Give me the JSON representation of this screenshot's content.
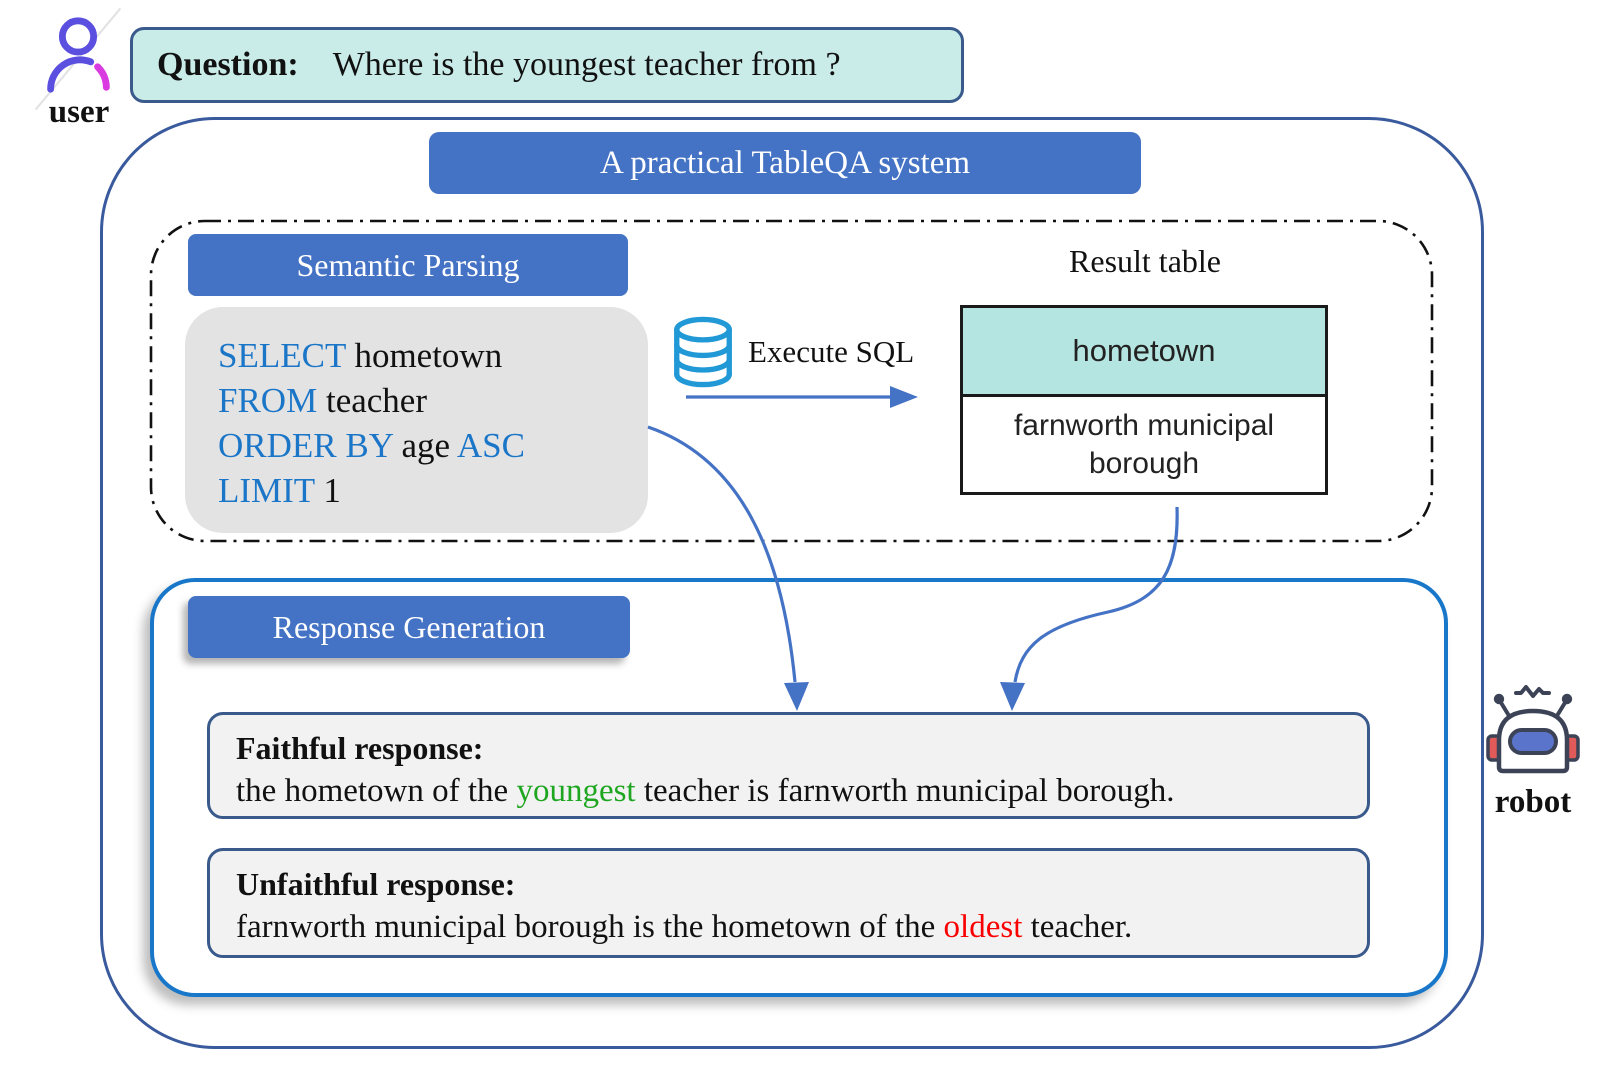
{
  "palette": {
    "header_blue": "#4472C4",
    "keyword_blue": "#1B76C8",
    "arrow_blue": "#4472C4",
    "outer_border_blue": "#3A5A9E",
    "response_border_blue": "#1877C9",
    "question_teal": "#C9ECE9",
    "table_header_teal": "#B5E5E0",
    "sql_box_gray": "#E4E3E4",
    "response_box_gray": "#F2F2F3",
    "faithful_green": "#1FA621",
    "unfaithful_red": "#FB0000",
    "db_icon_blue": "#2199D6"
  },
  "user": {
    "label": "user"
  },
  "robot": {
    "label": "robot"
  },
  "question": {
    "label": "Question:",
    "text": "Where is the youngest teacher from ?"
  },
  "system": {
    "title": "A practical TableQA system"
  },
  "semantic_parsing": {
    "title": "Semantic Parsing"
  },
  "sql": {
    "line1": {
      "k1": "SELECT",
      "t1": " hometown"
    },
    "line2": {
      "k1": "FROM",
      "t1": " teacher"
    },
    "line3": {
      "k1": "ORDER BY",
      "t1": " age ",
      "k2": "ASC"
    },
    "line4": {
      "k1": "LIMIT",
      "t1": " 1"
    }
  },
  "execute": {
    "label": "Execute SQL"
  },
  "result_table": {
    "title": "Result table",
    "header": "hometown",
    "value": "farnworth municipal borough"
  },
  "response_generation": {
    "title": "Response Generation"
  },
  "faithful": {
    "label": "Faithful response:",
    "pre": "the hometown of the ",
    "highlight": "youngest",
    "post": " teacher is farnworth municipal borough."
  },
  "unfaithful": {
    "label": "Unfaithful response:",
    "pre": "farnworth municipal borough is the hometown of the ",
    "highlight": "oldest",
    "post": " teacher."
  }
}
